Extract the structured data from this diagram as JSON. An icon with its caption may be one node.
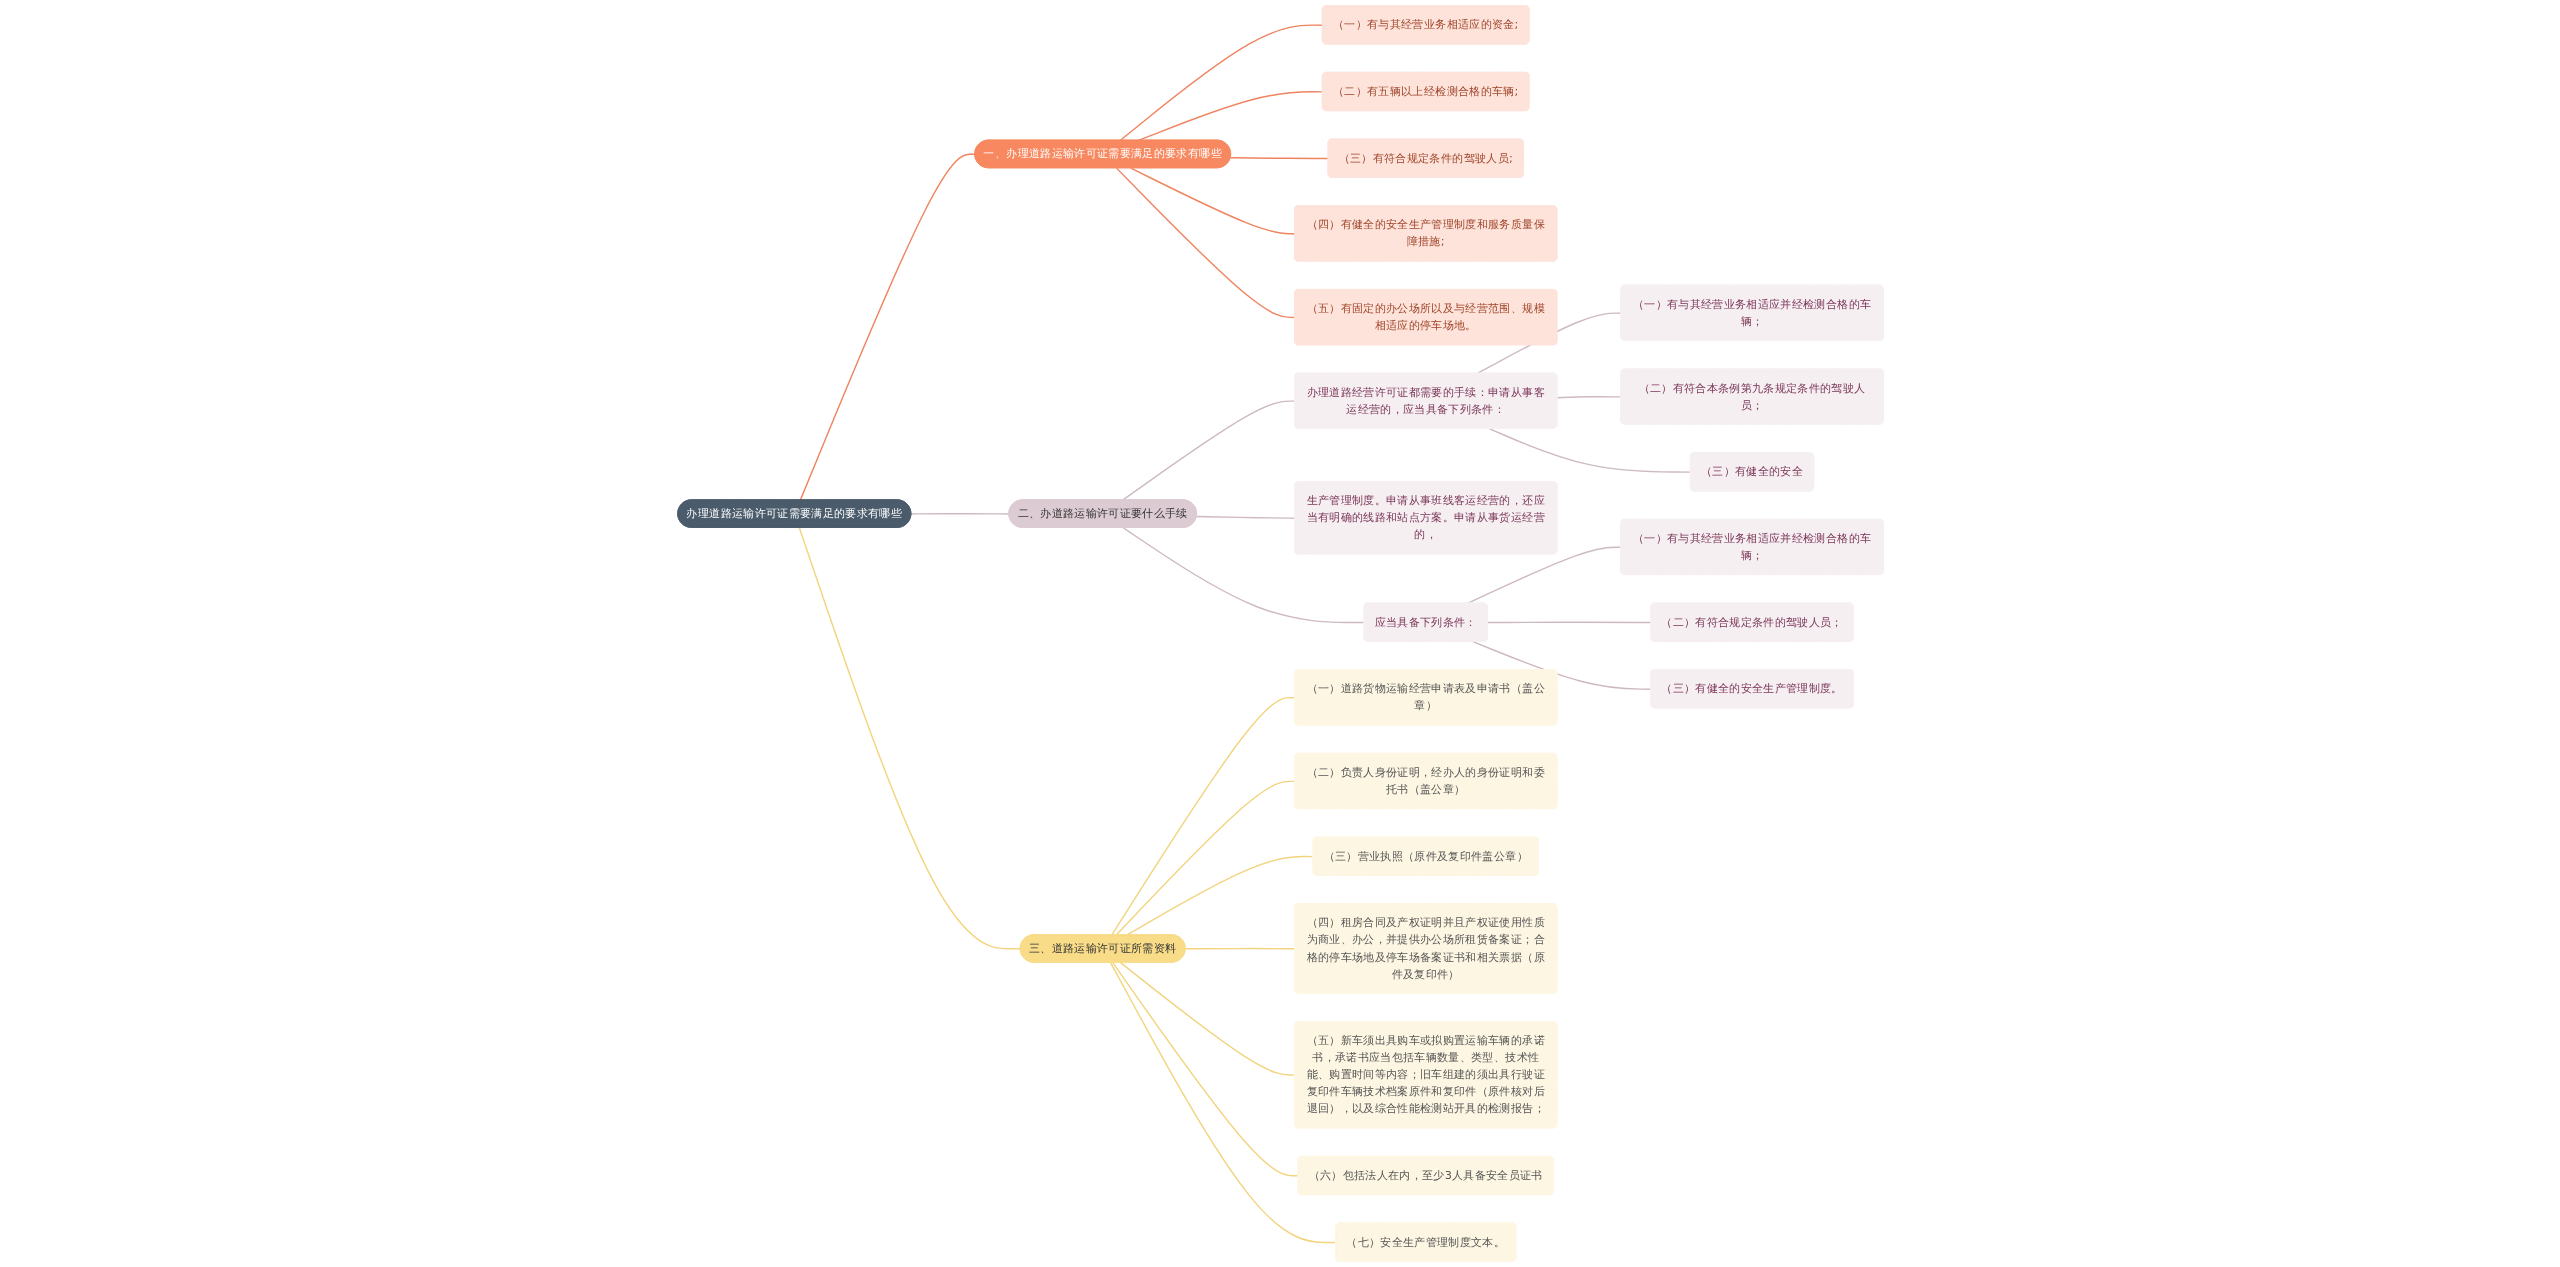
{
  "diagram": {
    "nodes": [
      {
        "text": [
          "办理道路运输许可证需要满足的要求有哪些"
        ]
      },
      {
        "text": [
          "一、办理道路运输许可证需要满足的要求有哪些"
        ]
      },
      {
        "text": [
          "（一）有与其经营业务相适应的资金;"
        ]
      },
      {
        "text": [
          "（二）有五辆以上经检测合格的车辆;"
        ]
      },
      {
        "text": [
          "（三）有符合规定条件的驾驶人员;"
        ]
      },
      {
        "text": [
          "（四）有健全的安全生产管理制度和服务质量保障措施;"
        ]
      },
      {
        "text": [
          "（五）有固定的办公场所以及与经营范围、规模相适应的停车场地。"
        ]
      },
      {
        "text": [
          "二、办道路运输许可证要什么手续"
        ]
      },
      {
        "text": [
          "办理道路经营许可证都需要的手续：申请从事客运经营的，应当具备下列条件："
        ]
      },
      {
        "text": [
          "（一）有与其经营业务相适应并经检测合格的车辆；"
        ]
      },
      {
        "text": [
          "（二）有符合本条例第九条规定条件的驾驶人员；"
        ]
      },
      {
        "text": [
          "（三）有健全的安全"
        ]
      },
      {
        "text": [
          "生产管理制度。申请从事班线客运经营的，还应当有明确的线路和站点方案。申请从事货运经营的，"
        ]
      },
      {
        "text": [
          "应当具备下列条件："
        ]
      },
      {
        "text": [
          "（一）有与其经营业务相适应并经检测合格的车辆；"
        ]
      },
      {
        "text": [
          "（二）有符合规定条件的驾驶人员；"
        ]
      },
      {
        "text": [
          "（三）有健全的安全生产管理制度。"
        ]
      },
      {
        "text": [
          "三、道路运输许可证所需资料"
        ]
      },
      {
        "text": [
          "（一）道路货物运输经营申请表及申请书（盖公章）"
        ]
      },
      {
        "text": [
          "（二）负责人身份证明，经办人的身份证明和委托书（盖公章）"
        ]
      },
      {
        "text": [
          "（三）营业执照（原件及复印件盖公章）"
        ]
      },
      {
        "text": [
          "（四）租房合同及产权证明并且产权证使用性质为商业、办公，并提供办公场所租赁备案证；合格的停车场地及停车场备案证书和相关票据（原件及复印件）"
        ]
      },
      {
        "text": [
          "（五）新车须出具购车或拟购置运输车辆的承诺书，承诺书应当包括车辆数量、类型、技术性能、购置时间等内容；旧车组建的须出具行驶证复印件车辆技术档案原件和复印件（原件核对后退回），以及综合性能检测站开具的检测报告；"
        ]
      },
      {
        "text": [
          "（六）包括法人在内，至少3人具备安全员证书"
        ]
      },
      {
        "text": [
          "（七）安全生产管理制度文本。"
        ]
      }
    ],
    "edges": [
      {
        "from": 0,
        "to": 1,
        "arrow": "none",
        "color": "#ef8460"
      },
      {
        "from": 1,
        "to": 2,
        "arrow": "none",
        "color": "#ef8460"
      },
      {
        "from": 1,
        "to": 3,
        "arrow": "none",
        "color": "#ef8460"
      },
      {
        "from": 1,
        "to": 4,
        "arrow": "none",
        "color": "#ef8460"
      },
      {
        "from": 1,
        "to": 5,
        "arrow": "none",
        "color": "#ef8460"
      },
      {
        "from": 1,
        "to": 6,
        "arrow": "none",
        "color": "#ef8460"
      },
      {
        "from": 0,
        "to": 7,
        "arrow": "none",
        "color": "#cdb9c3"
      },
      {
        "from": 7,
        "to": 8,
        "arrow": "none",
        "color": "#cdb9c3"
      },
      {
        "from": 8,
        "to": 9,
        "arrow": "none",
        "color": "#cdb9c3"
      },
      {
        "from": 8,
        "to": 10,
        "arrow": "none",
        "color": "#cdb9c3"
      },
      {
        "from": 8,
        "to": 11,
        "arrow": "none",
        "color": "#cdb9c3"
      },
      {
        "from": 7,
        "to": 12,
        "arrow": "none",
        "color": "#cdb9c3"
      },
      {
        "from": 7,
        "to": 13,
        "arrow": "none",
        "color": "#cdb9c3"
      },
      {
        "from": 13,
        "to": 14,
        "arrow": "none",
        "color": "#cdb9c3"
      },
      {
        "from": 13,
        "to": 15,
        "arrow": "none",
        "color": "#cdb9c3"
      },
      {
        "from": 13,
        "to": 16,
        "arrow": "none",
        "color": "#cdb9c3"
      },
      {
        "from": 0,
        "to": 17,
        "arrow": "none",
        "color": "#f2d47e"
      },
      {
        "from": 17,
        "to": 18,
        "arrow": "none",
        "color": "#f2d47e"
      },
      {
        "from": 17,
        "to": 19,
        "arrow": "none",
        "color": "#f2d47e"
      },
      {
        "from": 17,
        "to": 20,
        "arrow": "none",
        "color": "#f2d47e"
      },
      {
        "from": 17,
        "to": 21,
        "arrow": "none",
        "color": "#f2d47e"
      },
      {
        "from": 17,
        "to": 22,
        "arrow": "none",
        "color": "#f2d47e"
      },
      {
        "from": 17,
        "to": 23,
        "arrow": "none",
        "color": "#f2d47e"
      },
      {
        "from": 17,
        "to": 24,
        "arrow": "none",
        "color": "#f2d47e"
      }
    ]
  }
}
